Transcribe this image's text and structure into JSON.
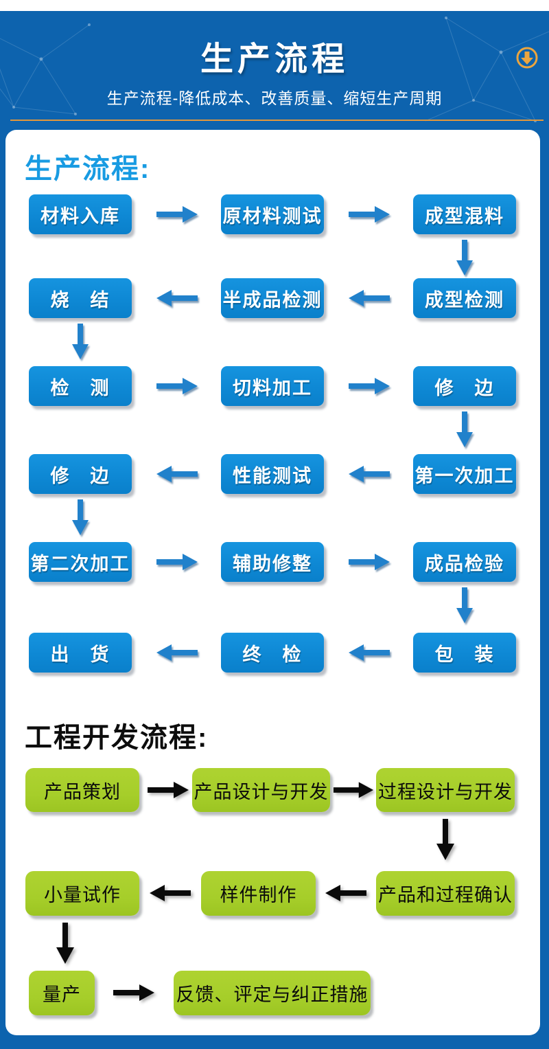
{
  "header": {
    "title": "生产流程",
    "subtitle": "生产流程-降低成本、改善质量、缩短生产周期"
  },
  "colors": {
    "page_background": "#0d63ae",
    "card_background": "#ffffff",
    "blue_box": "#0e88d4",
    "blue_heading": "#189be2",
    "green_box": "#a6ce2a",
    "orange_accent": "#e2973b",
    "black_text": "#0a0a0a"
  },
  "production_flow": {
    "heading": "生产流程:",
    "rows": [
      {
        "direction": "right",
        "cells": [
          "材料入库",
          "原材料测试",
          "成型混料"
        ]
      },
      {
        "direction": "left",
        "cells": [
          "烧　结",
          "半成品检测",
          "成型检测"
        ]
      },
      {
        "direction": "right",
        "cells": [
          "检　测",
          "切料加工",
          "修　边"
        ]
      },
      {
        "direction": "left",
        "cells": [
          "修　边",
          "性能测试",
          "第一次加工"
        ]
      },
      {
        "direction": "right",
        "cells": [
          "第二次加工",
          "辅助修整",
          "成品检验"
        ]
      },
      {
        "direction": "left",
        "cells": [
          "出　货",
          "终　检",
          "包　装"
        ]
      }
    ]
  },
  "engineering_flow": {
    "heading": "工程开发流程:",
    "rows": [
      {
        "direction": "right",
        "cells": [
          "产品策划",
          "产品设计与开发",
          "过程设计与开发"
        ]
      },
      {
        "direction": "left",
        "cells": [
          "小量试作",
          "样件制作",
          "产品和过程确认"
        ]
      },
      {
        "direction": "right",
        "cells": [
          "量产",
          "反馈、评定与纠正措施"
        ]
      }
    ]
  }
}
